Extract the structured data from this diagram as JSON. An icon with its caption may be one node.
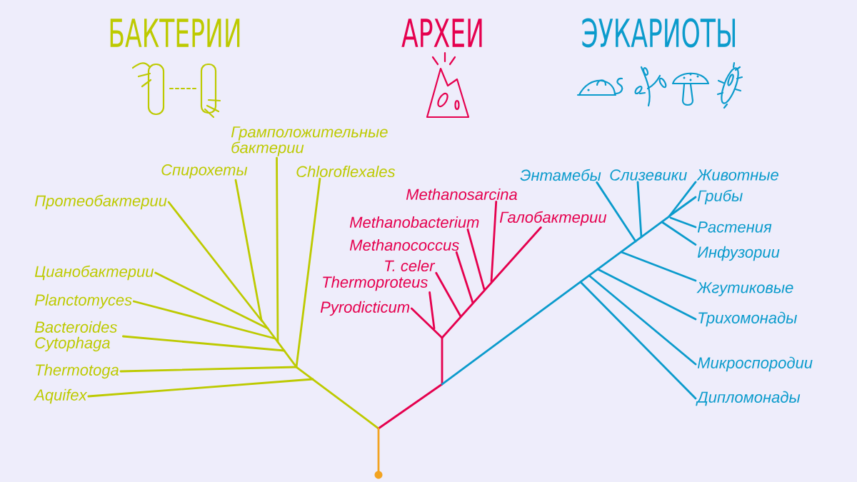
{
  "diagram": {
    "nodes": [
      {
        "text": [
          "Грамположительные бактерии"
        ]
      },
      {
        "text": [
          "Спирохеты"
        ]
      },
      {
        "text": [
          "Chloroflexales"
        ]
      },
      {
        "text": [
          "Протеобактерии"
        ]
      },
      {
        "text": [
          "Цианобактерии"
        ]
      },
      {
        "text": [
          "Planctomyces"
        ]
      },
      {
        "text": [
          "Bacteroides Cytophaga"
        ]
      },
      {
        "text": [
          "Thermotoga"
        ]
      },
      {
        "text": [
          "Aquifex"
        ]
      },
      {
        "text": [
          "Methanosarcina"
        ]
      },
      {
        "text": [
          "Methanobacterium"
        ]
      },
      {
        "text": [
          "Галобактерии"
        ]
      },
      {
        "text": [
          "Methanococcus"
        ]
      },
      {
        "text": [
          "T. celer"
        ]
      },
      {
        "text": [
          "Thermoproteus"
        ]
      },
      {
        "text": [
          "Pyrodicticum"
        ]
      },
      {
        "text": [
          "Энтамебы"
        ]
      },
      {
        "text": [
          "Слизевики"
        ]
      },
      {
        "text": [
          "Животные"
        ]
      },
      {
        "text": [
          "Грибы"
        ]
      },
      {
        "text": [
          "Растения"
        ]
      },
      {
        "text": [
          "Инфузории"
        ]
      },
      {
        "text": [
          "Жгутиковые"
        ]
      },
      {
        "text": [
          "Трихомонады"
        ]
      },
      {
        "text": [
          "Микроспородии"
        ]
      },
      {
        "text": [
          "Дипломонады"
        ]
      },
      {
        "text": [],
        "shape": "circle"
      }
    ],
    "edges": [
      {
        "from": 0,
        "to": null,
        "arrow": "none",
        "color": "#bdca00"
      },
      {
        "from": 1,
        "to": null,
        "arrow": "none",
        "color": "#bdca00"
      },
      {
        "from": 2,
        "to": null,
        "arrow": "none",
        "color": "#bdca00"
      },
      {
        "from": 3,
        "to": null,
        "arrow": "none",
        "color": "#bdca00"
      },
      {
        "from": 4,
        "to": null,
        "arrow": "none",
        "color": "#bdca00"
      },
      {
        "from": 5,
        "to": null,
        "arrow": "none",
        "color": "#bdca00"
      },
      {
        "from": 6,
        "to": null,
        "arrow": "none",
        "color": "#bdca00"
      },
      {
        "from": 7,
        "to": null,
        "arrow": "none",
        "color": "#bdca00"
      },
      {
        "from": 8,
        "to": null,
        "arrow": "none",
        "color": "#bdca00"
      },
      {
        "from": 9,
        "to": null,
        "arrow": "none",
        "color": "#e5004e"
      },
      {
        "from": 10,
        "to": null,
        "arrow": "none",
        "color": "#e5004e"
      },
      {
        "from": 11,
        "to": null,
        "arrow": "none",
        "color": "#e5004e"
      },
      {
        "from": 12,
        "to": null,
        "arrow": "none",
        "color": "#e5004e"
      },
      {
        "from": 13,
        "to": null,
        "arrow": "none",
        "color": "#e5004e"
      },
      {
        "from": 14,
        "to": null,
        "arrow": "none",
        "color": "#e5004e"
      },
      {
        "from": 15,
        "to": null,
        "arrow": "none",
        "color": "#e5004e"
      },
      {
        "from": 16,
        "to": null,
        "arrow": "none"
      },
      {
        "from": 17,
        "to": null,
        "arrow": "none"
      },
      {
        "from": 18,
        "to": null,
        "arrow": "none"
      },
      {
        "from": 19,
        "to": null,
        "arrow": "none"
      },
      {
        "from": 20,
        "to": null,
        "arrow": "none"
      },
      {
        "from": 21,
        "to": null,
        "arrow": "none"
      },
      {
        "from": 22,
        "to": null,
        "arrow": "none"
      },
      {
        "from": 23,
        "to": null,
        "arrow": "none"
      },
      {
        "from": 24,
        "to": null,
        "arrow": "none"
      },
      {
        "from": 25,
        "to": null,
        "arrow": "none"
      },
      {
        "from": 26,
        "to": null,
        "arrow": "none",
        "color": "#f2a321"
      }
    ],
    "labels": [
      "БАКТЕРИИ",
      "АРХЕИ",
      "ЭУКАРИОТЫ"
    ]
  }
}
